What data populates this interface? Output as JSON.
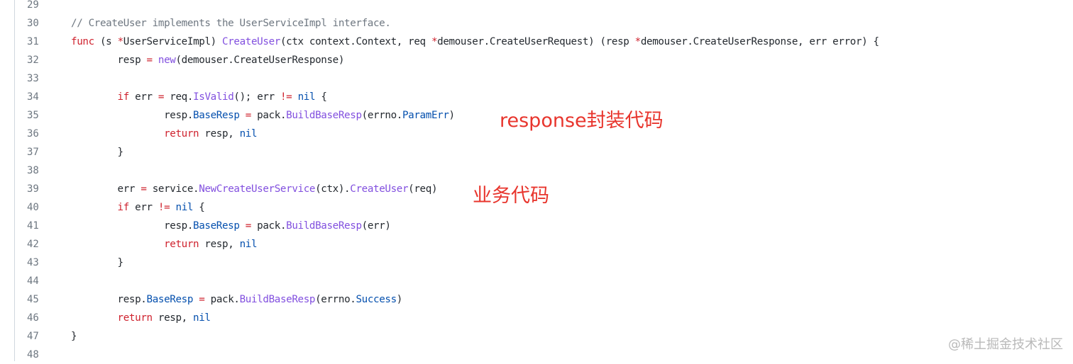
{
  "code_view": {
    "lines": [
      {
        "number": "29",
        "tokens": []
      },
      {
        "number": "30",
        "tokens": [
          {
            "t": "cm",
            "s": "// CreateUser implements the UserServiceImpl interface."
          }
        ]
      },
      {
        "number": "31",
        "tokens": [
          {
            "t": "kw",
            "s": "func"
          },
          {
            "t": "pl",
            "s": " (s "
          },
          {
            "t": "kw",
            "s": "*"
          },
          {
            "t": "pl",
            "s": "UserServiceImpl) "
          },
          {
            "t": "fn",
            "s": "CreateUser"
          },
          {
            "t": "pl",
            "s": "(ctx context.Context, req "
          },
          {
            "t": "kw",
            "s": "*"
          },
          {
            "t": "pl",
            "s": "demouser.CreateUserRequest) (resp "
          },
          {
            "t": "kw",
            "s": "*"
          },
          {
            "t": "pl",
            "s": "demouser.CreateUserResponse, err error) {"
          }
        ]
      },
      {
        "number": "32",
        "tokens": [
          {
            "t": "pl",
            "s": "        resp "
          },
          {
            "t": "kw",
            "s": "="
          },
          {
            "t": "pl",
            "s": " "
          },
          {
            "t": "fn",
            "s": "new"
          },
          {
            "t": "pl",
            "s": "(demouser.CreateUserResponse)"
          }
        ]
      },
      {
        "number": "33",
        "tokens": []
      },
      {
        "number": "34",
        "tokens": [
          {
            "t": "pl",
            "s": "        "
          },
          {
            "t": "kw",
            "s": "if"
          },
          {
            "t": "pl",
            "s": " err "
          },
          {
            "t": "kw",
            "s": "="
          },
          {
            "t": "pl",
            "s": " req."
          },
          {
            "t": "fn",
            "s": "IsValid"
          },
          {
            "t": "pl",
            "s": "(); err "
          },
          {
            "t": "kw",
            "s": "!="
          },
          {
            "t": "pl",
            "s": " "
          },
          {
            "t": "cst",
            "s": "nil"
          },
          {
            "t": "pl",
            "s": " {"
          }
        ]
      },
      {
        "number": "35",
        "tokens": [
          {
            "t": "pl",
            "s": "                resp."
          },
          {
            "t": "cst",
            "s": "BaseResp"
          },
          {
            "t": "pl",
            "s": " "
          },
          {
            "t": "kw",
            "s": "="
          },
          {
            "t": "pl",
            "s": " pack."
          },
          {
            "t": "fn",
            "s": "BuildBaseResp"
          },
          {
            "t": "pl",
            "s": "(errno."
          },
          {
            "t": "cst",
            "s": "ParamErr"
          },
          {
            "t": "pl",
            "s": ")"
          }
        ]
      },
      {
        "number": "36",
        "tokens": [
          {
            "t": "pl",
            "s": "                "
          },
          {
            "t": "kw",
            "s": "return"
          },
          {
            "t": "pl",
            "s": " resp, "
          },
          {
            "t": "cst",
            "s": "nil"
          }
        ]
      },
      {
        "number": "37",
        "tokens": [
          {
            "t": "pl",
            "s": "        }"
          }
        ]
      },
      {
        "number": "38",
        "tokens": []
      },
      {
        "number": "39",
        "tokens": [
          {
            "t": "pl",
            "s": "        err "
          },
          {
            "t": "kw",
            "s": "="
          },
          {
            "t": "pl",
            "s": " service."
          },
          {
            "t": "fn",
            "s": "NewCreateUserService"
          },
          {
            "t": "pl",
            "s": "(ctx)."
          },
          {
            "t": "fn",
            "s": "CreateUser"
          },
          {
            "t": "pl",
            "s": "(req)"
          }
        ]
      },
      {
        "number": "40",
        "tokens": [
          {
            "t": "pl",
            "s": "        "
          },
          {
            "t": "kw",
            "s": "if"
          },
          {
            "t": "pl",
            "s": " err "
          },
          {
            "t": "kw",
            "s": "!="
          },
          {
            "t": "pl",
            "s": " "
          },
          {
            "t": "cst",
            "s": "nil"
          },
          {
            "t": "pl",
            "s": " {"
          }
        ]
      },
      {
        "number": "41",
        "tokens": [
          {
            "t": "pl",
            "s": "                resp."
          },
          {
            "t": "cst",
            "s": "BaseResp"
          },
          {
            "t": "pl",
            "s": " "
          },
          {
            "t": "kw",
            "s": "="
          },
          {
            "t": "pl",
            "s": " pack."
          },
          {
            "t": "fn",
            "s": "BuildBaseResp"
          },
          {
            "t": "pl",
            "s": "(err)"
          }
        ]
      },
      {
        "number": "42",
        "tokens": [
          {
            "t": "pl",
            "s": "                "
          },
          {
            "t": "kw",
            "s": "return"
          },
          {
            "t": "pl",
            "s": " resp, "
          },
          {
            "t": "cst",
            "s": "nil"
          }
        ]
      },
      {
        "number": "43",
        "tokens": [
          {
            "t": "pl",
            "s": "        }"
          }
        ]
      },
      {
        "number": "44",
        "tokens": []
      },
      {
        "number": "45",
        "tokens": [
          {
            "t": "pl",
            "s": "        resp."
          },
          {
            "t": "cst",
            "s": "BaseResp"
          },
          {
            "t": "pl",
            "s": " "
          },
          {
            "t": "kw",
            "s": "="
          },
          {
            "t": "pl",
            "s": " pack."
          },
          {
            "t": "fn",
            "s": "BuildBaseResp"
          },
          {
            "t": "pl",
            "s": "(errno."
          },
          {
            "t": "cst",
            "s": "Success"
          },
          {
            "t": "pl",
            "s": ")"
          }
        ]
      },
      {
        "number": "46",
        "tokens": [
          {
            "t": "pl",
            "s": "        "
          },
          {
            "t": "kw",
            "s": "return"
          },
          {
            "t": "pl",
            "s": " resp, "
          },
          {
            "t": "cst",
            "s": "nil"
          }
        ]
      },
      {
        "number": "47",
        "tokens": [
          {
            "t": "pl",
            "s": "}"
          }
        ]
      },
      {
        "number": "48",
        "tokens": []
      }
    ]
  },
  "annotations": {
    "response_wrap": "response封装代码",
    "business": "业务代码"
  },
  "watermark": "@稀土掘金技术社区",
  "colors": {
    "keyword": "#cf222e",
    "function": "#8250df",
    "comment": "#6e7781",
    "constant": "#0550ae",
    "plain": "#24292f",
    "annotation": "#e8352d",
    "line_number": "#6e7781"
  }
}
